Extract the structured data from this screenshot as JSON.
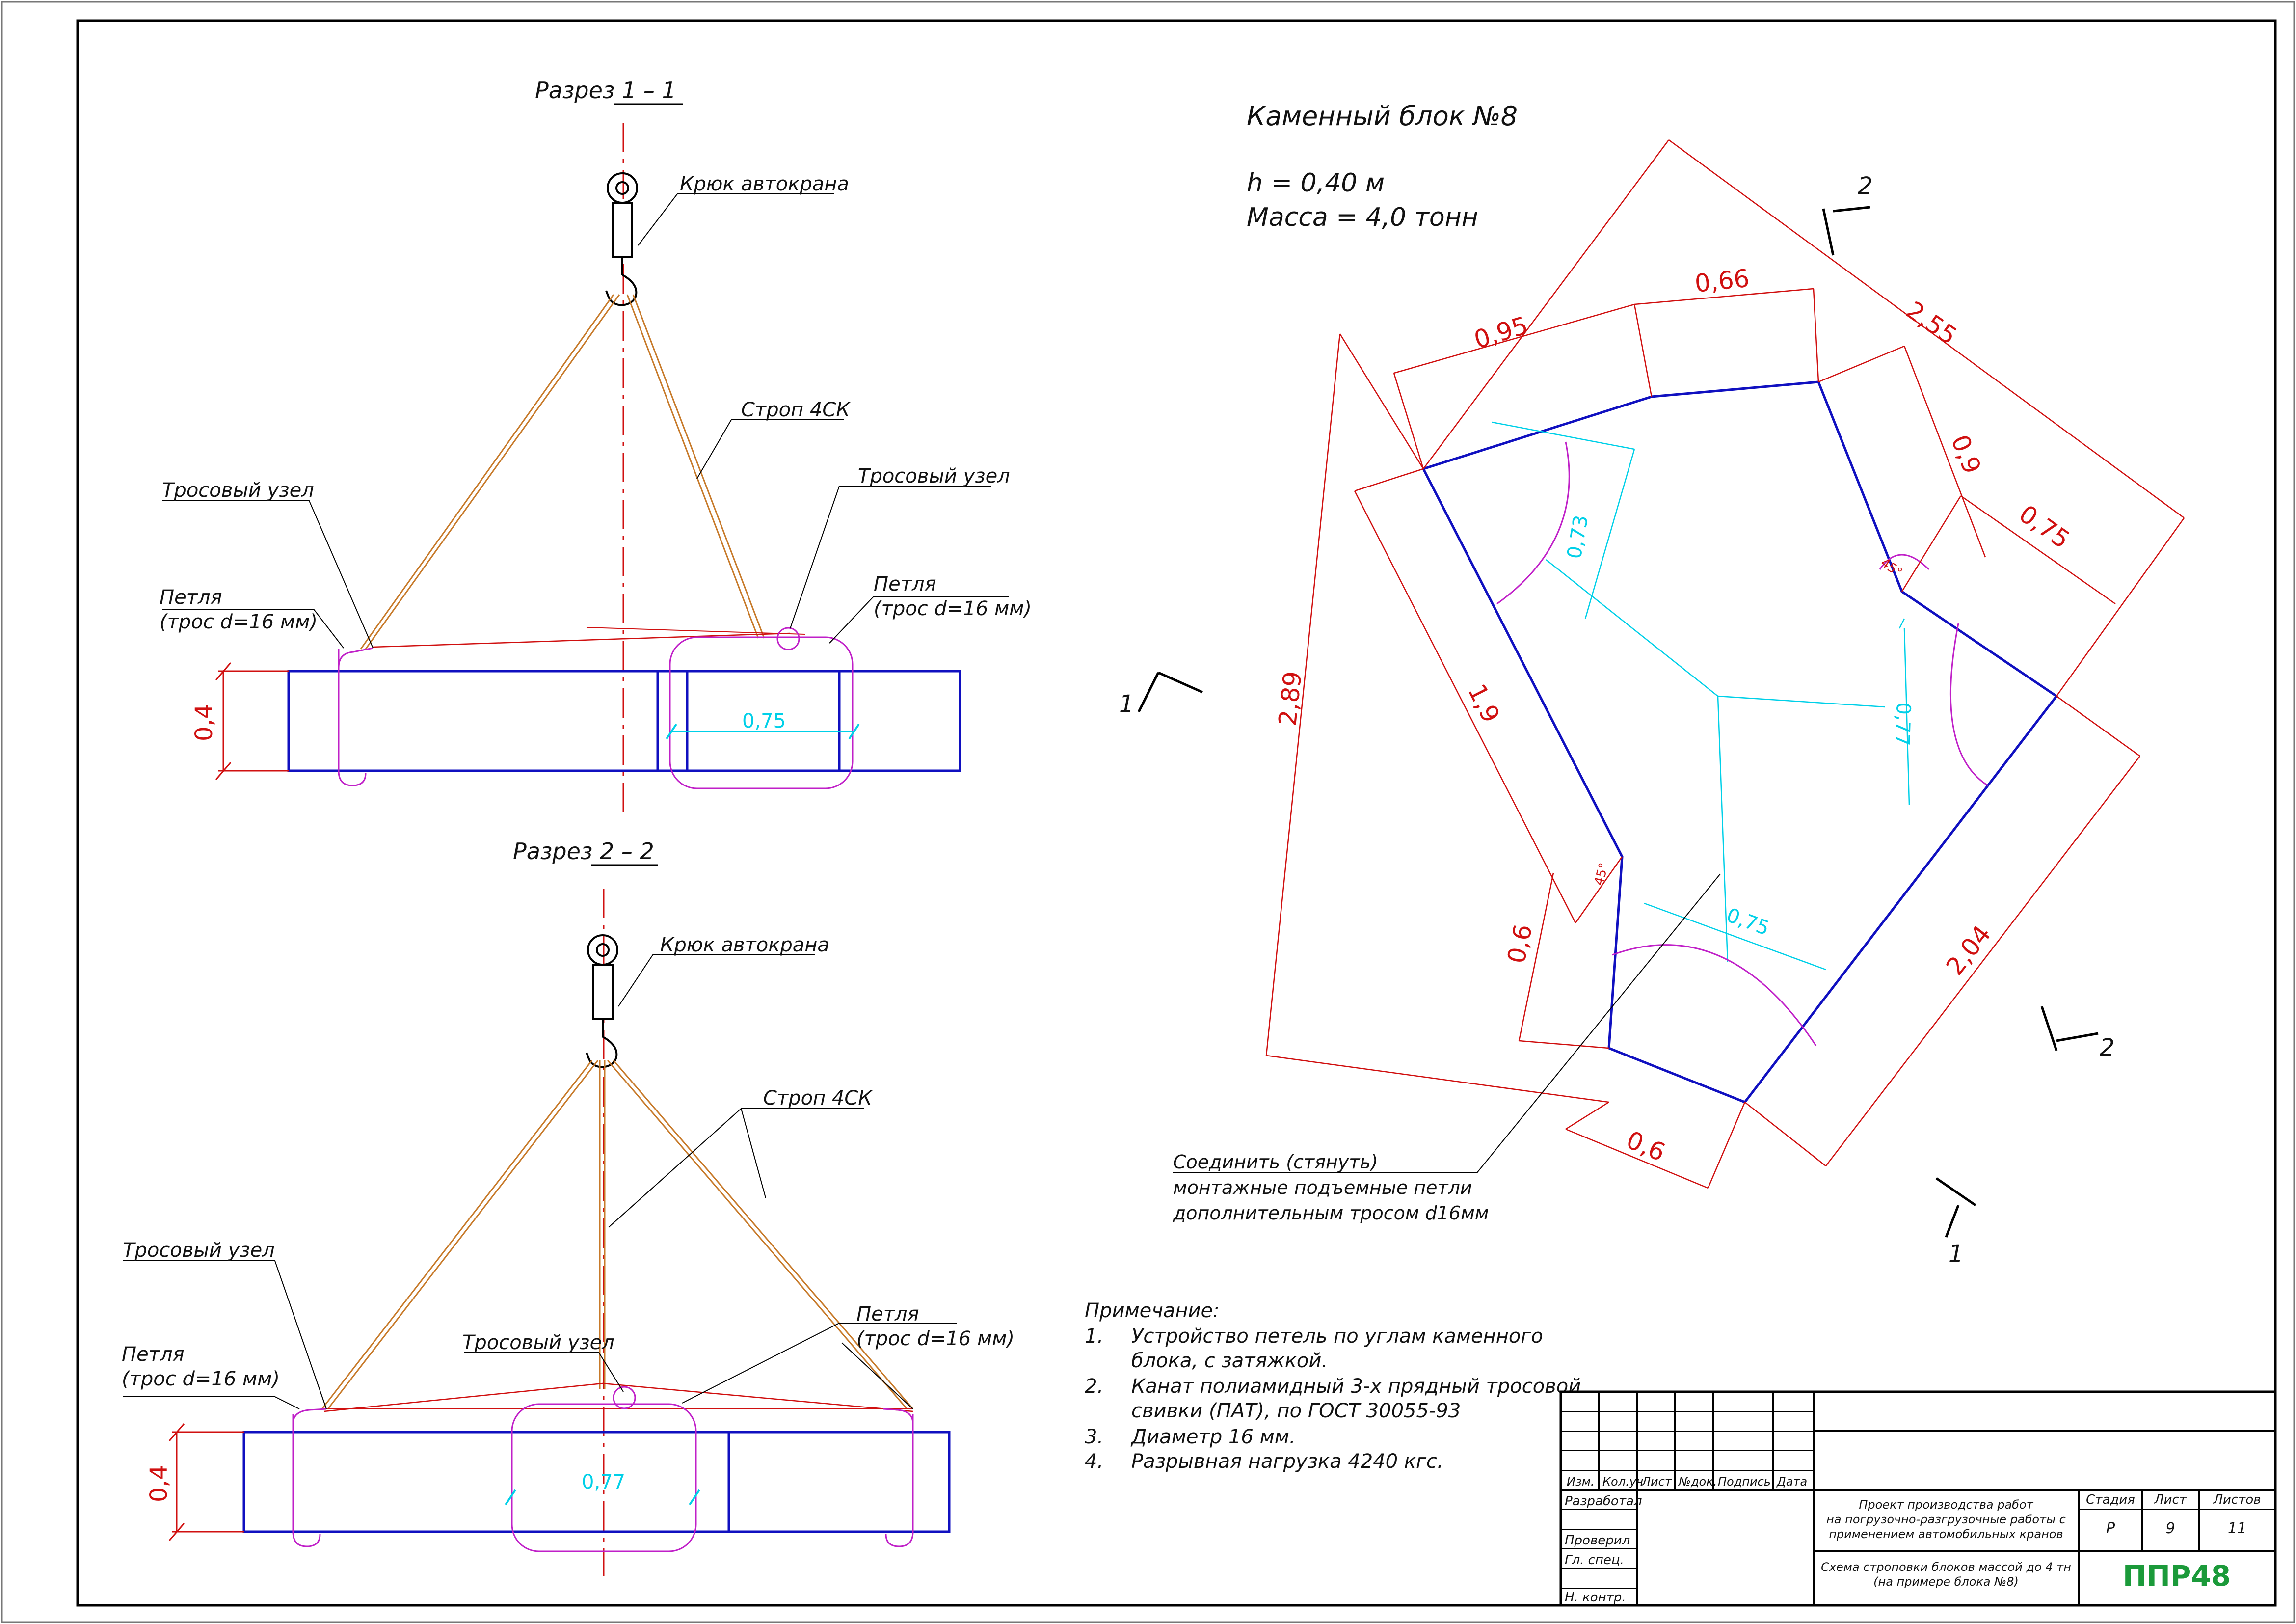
{
  "section_1": {
    "title": "Разрез  1 – 1",
    "label_hook": "Крюк автокрана",
    "label_sling": "Строп 4СК",
    "label_knot_left": "Тросовый узел",
    "label_knot_right": "Тросовый узел",
    "label_loop_left_1": "Петля",
    "label_loop_left_2": "(трос d=16 мм)",
    "label_loop_right_1": "Петля",
    "label_loop_right_2": "(трос d=16 мм)",
    "dim_height": "0,4",
    "dim_inner": "0,75"
  },
  "section_2": {
    "title": "Разрез  2 – 2",
    "label_hook": "Крюк автокрана",
    "label_sling": "Строп 4СК",
    "label_knot_left": "Тросовый узел",
    "label_knot_center": "Тросовый узел",
    "label_loop_left_1": "Петля",
    "label_loop_left_2": "(трос d=16 мм)",
    "label_loop_right_1": "Петля",
    "label_loop_right_2": "(трос d=16 мм)",
    "dim_height": "0,4",
    "dim_inner": "0,77"
  },
  "plan": {
    "title": "Каменный блок №8",
    "height_line": "h = 0,40 м",
    "mass_line": "Масса   = 4,0 тонн",
    "dims": [
      "0,95",
      "0,66",
      "2,55",
      "0,9",
      "0,75",
      "2,89",
      "1,9",
      "0,6",
      "2,04",
      "0,6"
    ],
    "cyan_dims": [
      "0,73",
      "0,77",
      "0,75"
    ],
    "angles": [
      "45°",
      "45°"
    ],
    "section_marks": [
      "1",
      "1",
      "2",
      "2"
    ],
    "connect_note": [
      "Соединить (стянуть)",
      "монтажные подъемные петли",
      "дополнительным тросом d16мм"
    ]
  },
  "notes": {
    "heading": "Примечание:",
    "items": [
      {
        "num": "1.",
        "lines": [
          "Устройство петель по углам каменного",
          "блока, с затяжкой."
        ]
      },
      {
        "num": "2.",
        "lines": [
          "Канат полиамидный 3-х прядный тросовой",
          "свивки (ПАТ), по ГОСТ 30055-93"
        ]
      },
      {
        "num": "3.",
        "lines": [
          "Диаметр 16 мм."
        ]
      },
      {
        "num": "4.",
        "lines": [
          "Разрывная нагрузка 4240 кгс."
        ]
      }
    ]
  },
  "title_block": {
    "columns": [
      "Изм.",
      "Кол.уч",
      "Лист",
      "№док.",
      "Подпись",
      "Дата"
    ],
    "roles": [
      "Разработал",
      "Проверил",
      "Гл. спец.",
      "Н. контр."
    ],
    "project_lines": [
      "Проект производства работ",
      "на погрузочно-разгрузочные работы с",
      "применением автомобильных кранов"
    ],
    "sheet_title_lines": [
      "Схема строповки блоков массой до 4 тн",
      "(на примере блока №8)"
    ],
    "stage_label": "Стадия",
    "sheet_label": "Лист",
    "sheets_label": "Листов",
    "stage": "Р",
    "sheet": "9",
    "sheets": "11",
    "logo": "ППР48"
  }
}
